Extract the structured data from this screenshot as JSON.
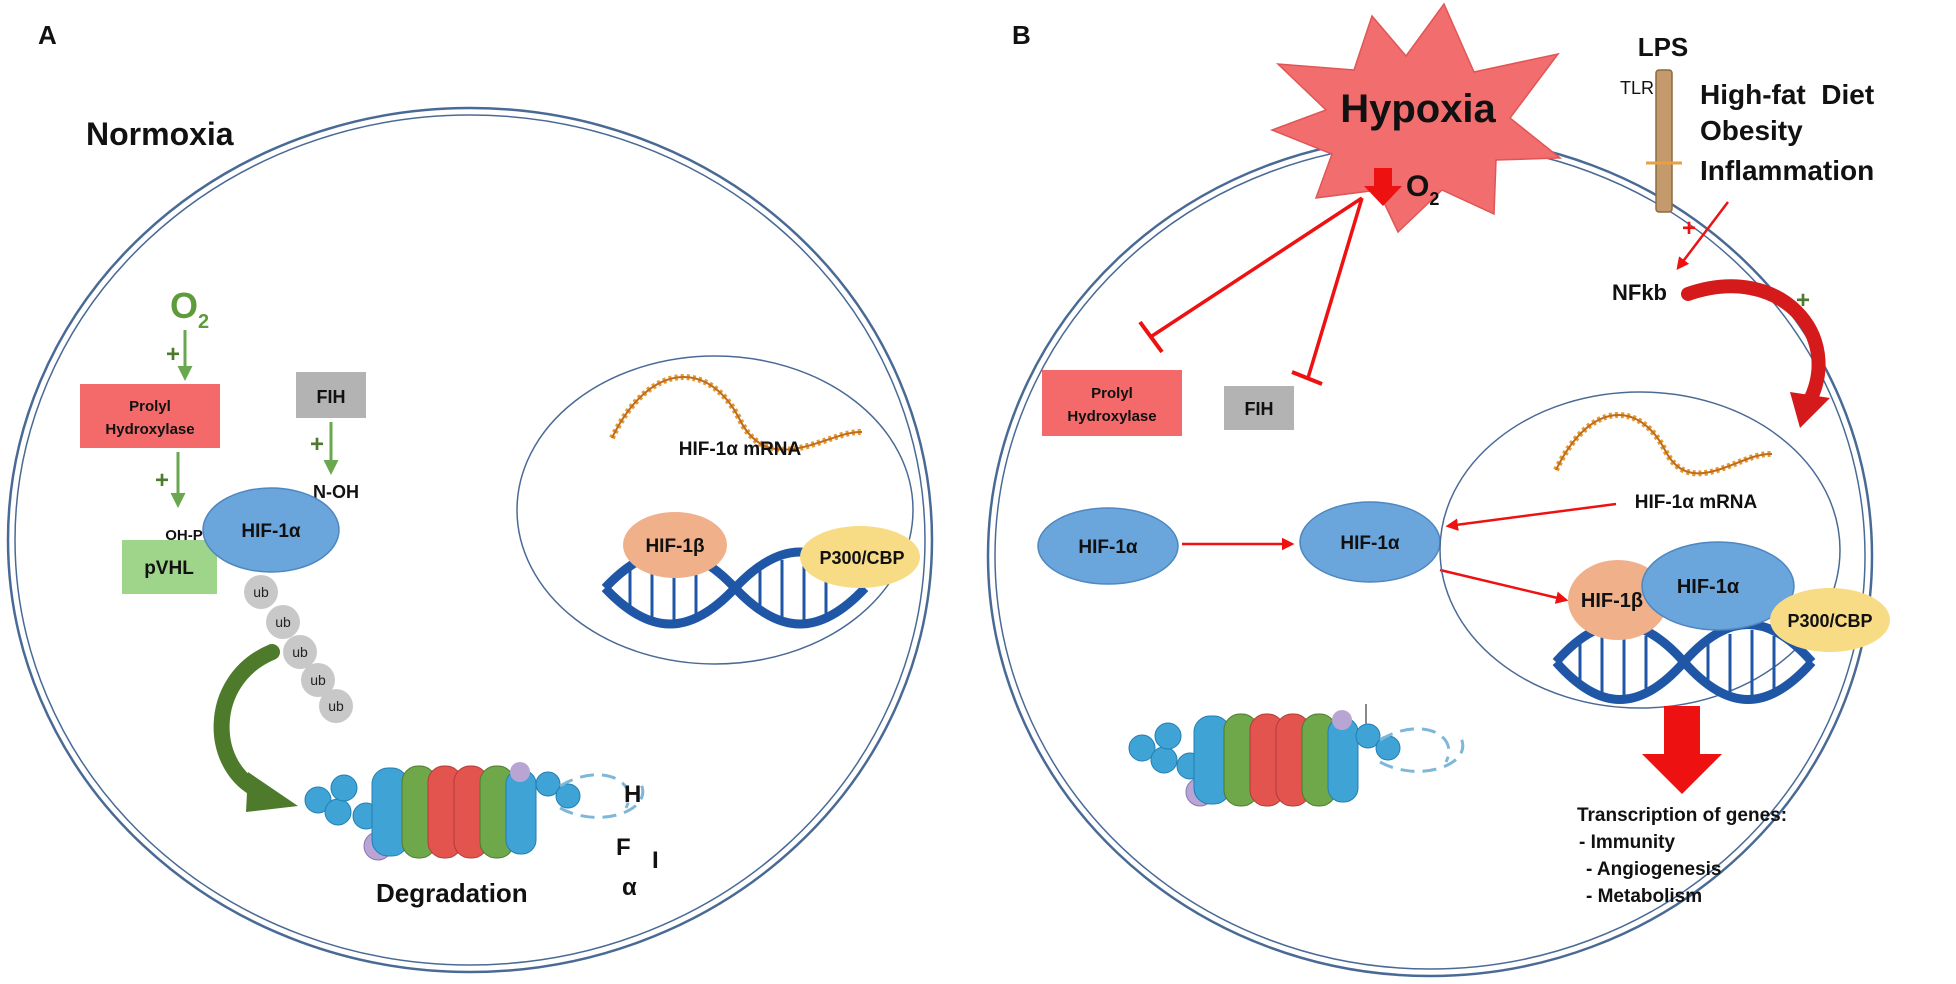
{
  "panel_a": {
    "letter": "A",
    "title": "Normoxia",
    "o2": {
      "base": "O",
      "sub": "2"
    },
    "plus_signs": [
      "+",
      "+",
      "+"
    ],
    "prolyl_hydroxylase": {
      "line1": "Prolyl",
      "line2": "Hydroxylase"
    },
    "fih": "FIH",
    "n_oh": "N-OH",
    "oh_p": "OH-P",
    "hif1a": "HIF-1α",
    "pvhl": "pVHL",
    "ubiquitin": [
      "ub",
      "ub",
      "ub",
      "ub",
      "ub"
    ],
    "degradation": "Degradation",
    "fragments": [
      "H",
      "F",
      "I",
      "α"
    ],
    "nucleus": {
      "mrna": "HIF-1α mRNA",
      "hif1b": "HIF-1β",
      "p300": "P300/CBP"
    }
  },
  "panel_b": {
    "letter": "B",
    "hypoxia": "Hypoxia",
    "o2": {
      "base": "O",
      "sub": "2"
    },
    "lps": "LPS",
    "tlr": "TLR",
    "conditions": [
      "High-fat  Diet",
      "Obesity",
      "Inflammation"
    ],
    "plus_red": "+",
    "plus_green": "+",
    "nfkb": "NFkb",
    "prolyl_hydroxylase": {
      "line1": "Prolyl",
      "line2": "Hydroxylase"
    },
    "fih": "FIH",
    "hif1a_left": "HIF-1α",
    "hif1a_mid": "HIF-1α",
    "nucleus": {
      "mrna": "HIF-1α mRNA",
      "hif1b": "HIF-1β",
      "hif1a": "HIF-1α",
      "p300": "P300/CBP"
    },
    "transcription": {
      "title": "Transcription of genes:",
      "items": [
        "- Immunity",
        "- Angiogenesis",
        "- Metabolism"
      ]
    }
  },
  "colors": {
    "membrane": "#4a6a96",
    "green_arrow": "#6aa84f",
    "dark_green_arrow": "#4e7a2c",
    "red": "#ee1111",
    "prolyl_box": "#f46a6a",
    "fih_box": "#b3b3b3",
    "pvhl_box": "#9fd58a",
    "hif1a_fill": "#6aa5dc",
    "hif1b_fill": "#f0b08a",
    "p300_fill": "#f7dc85",
    "dna": "#1f57a6",
    "hypoxia_fill": "#f26d6d"
  }
}
